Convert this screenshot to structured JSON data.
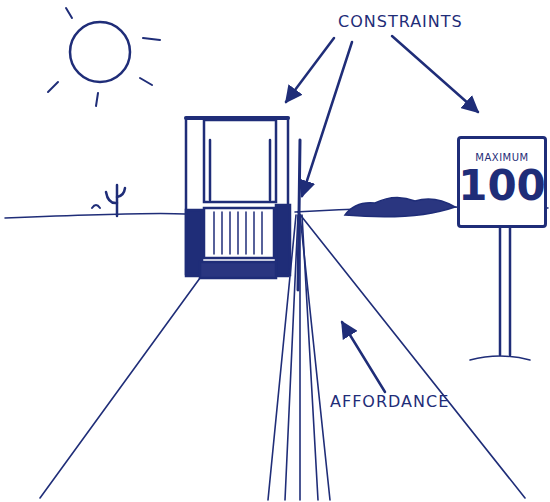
{
  "diagram": {
    "nodes": [
      {
        "text": [
          "MAXIMUM",
          "100"
        ]
      }
    ],
    "labels": [
      "CONSTRAINTS",
      "AFFORDANCE"
    ]
  }
}
